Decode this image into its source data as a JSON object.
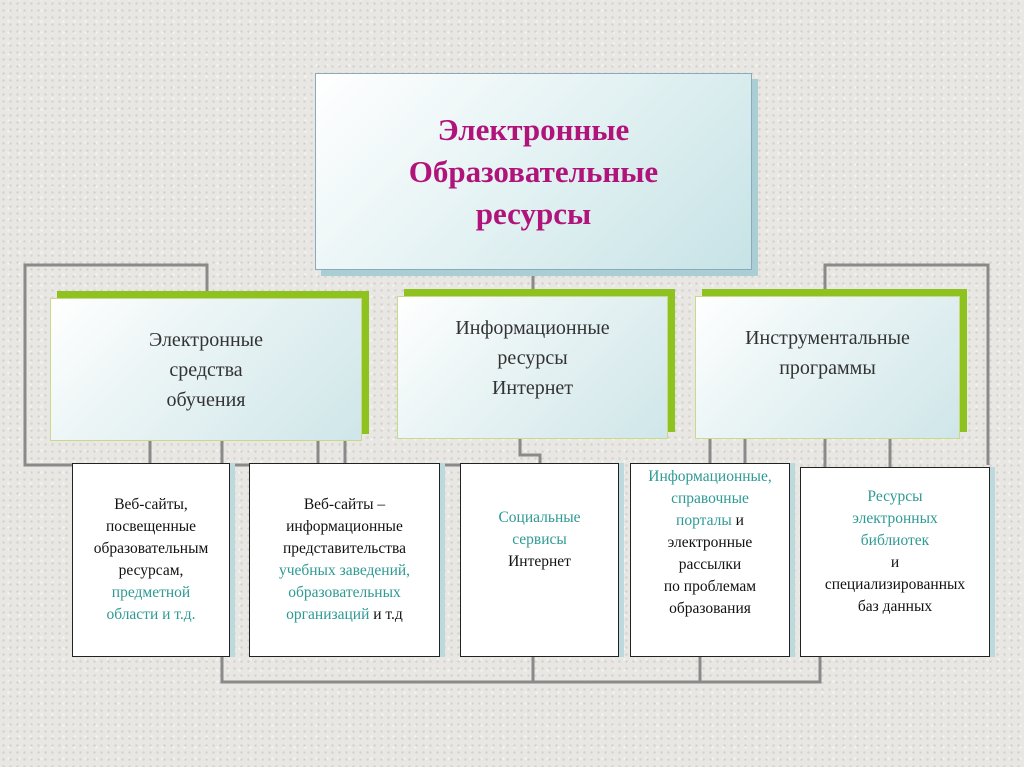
{
  "title": {
    "lines": [
      "Электронные",
      "Образовательные",
      "ресурсы"
    ]
  },
  "categories": [
    {
      "lines": [
        "Электронные",
        "средства",
        "обучения"
      ]
    },
    {
      "lines": [
        "Информационные",
        "ресурсы",
        "Интернет"
      ]
    },
    {
      "lines": [
        "Инструментальные",
        "программы"
      ]
    }
  ],
  "items": [
    {
      "lines": [
        "Веб-сайты,",
        "посвещенные",
        "образовательным",
        "ресурсам,",
        "предметной",
        "области и т.д."
      ]
    },
    {
      "lines": [
        "Веб-сайты –",
        "информационные",
        "представительства",
        "учебных заведений,",
        "образовательных",
        "организаций",
        " и т.д"
      ]
    },
    {
      "lines": [
        "Социальные",
        "сервисы",
        "Интернет"
      ]
    },
    {
      "lines": [
        "Информационные,",
        "справочные",
        "порталы",
        " и",
        "электронные",
        "рассылки",
        "по проблемам",
        "образования"
      ]
    },
    {
      "lines": [
        "Ресурсы",
        "электронных",
        "библиотек",
        "и",
        "специализированных",
        "баз данных"
      ]
    }
  ],
  "colors": {
    "title": "#b0147a",
    "accent": "#2e9a94",
    "green": "#8dc21f",
    "connector": "#888888"
  }
}
